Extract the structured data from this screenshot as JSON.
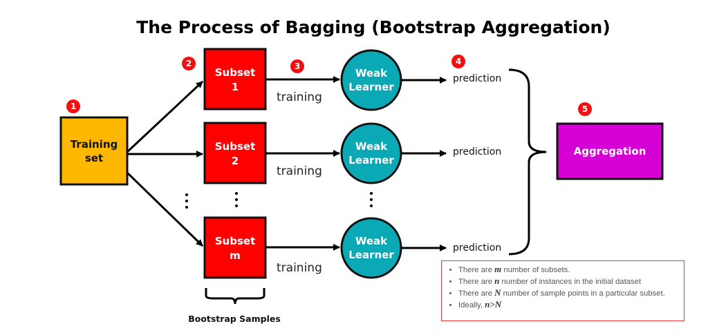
{
  "title": "The Process of Bagging (Bootstrap Aggregation)",
  "training_set": "Training set",
  "training_set_lines": [
    "Training",
    "set"
  ],
  "subsets": [
    {
      "line1": "Subset",
      "line2": "1"
    },
    {
      "line1": "Subset",
      "line2": "2"
    },
    {
      "line1": "Subset",
      "line2": "m"
    }
  ],
  "training_label": "training",
  "learners": [
    {
      "line1": "Weak",
      "line2": "Learner"
    },
    {
      "line1": "Weak",
      "line2": "Learner"
    },
    {
      "line1": "Weak",
      "line2": "Learner"
    }
  ],
  "prediction_label": "prediction",
  "aggregation": "Aggregation",
  "bootstrap_label": "Bootstrap Samples",
  "steps": [
    "1",
    "2",
    "3",
    "4",
    "5"
  ],
  "notes": {
    "n1_pre": "There are ",
    "n1_var": "m",
    "n1_post": " number of subsets.",
    "n2_pre": "There are ",
    "n2_var": "n",
    "n2_post": " number of instances in the initial dataset",
    "n3_pre": "There are ",
    "n3_var": "N",
    "n3_post": " number of sample points in a particular subset.",
    "n4_pre": "Ideally, ",
    "n4_var": "n>N"
  },
  "colors": {
    "training": "#FFB800",
    "subset": "#FF0000",
    "learner": "#0BA8B5",
    "aggregation": "#D400D4",
    "badge": "#F01010"
  }
}
